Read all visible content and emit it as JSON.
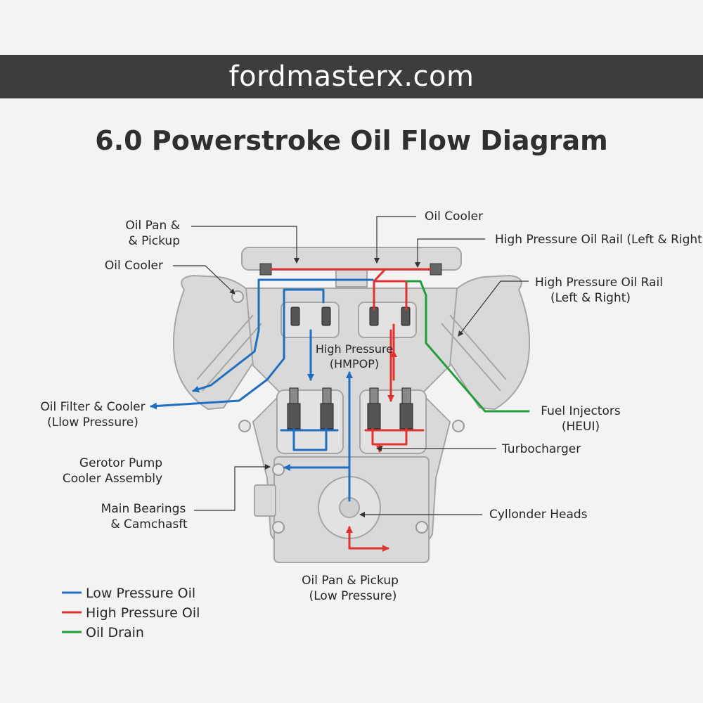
{
  "header": {
    "site": "fordmasterx.com"
  },
  "title": "6.0 Powerstroke Oil Flow Diagram",
  "colors": {
    "low_pressure": "#1f6fc0",
    "high_pressure": "#e0322f",
    "drain": "#1f9e3a",
    "engine_fill": "#d9d9d9",
    "engine_stroke": "#a6a6a6"
  },
  "labels": {
    "oil_pan_pickup_top_1": "Oil Pan &",
    "oil_pan_pickup_top_2": "& Pickup",
    "oil_cooler_left": "Oil Cooler",
    "oil_cooler_top": "Oil Cooler",
    "hp_rail_top": "High Pressure Oil Rail (Left & Right)",
    "hp_rail_right_1": "High Pressure Oil Rail",
    "hp_rail_right_2": "(Left & Right)",
    "hmpop_1": "High Pressure",
    "hmpop_2": "(HMPOP)",
    "oil_filter_1": "Oil Filter & Cooler",
    "oil_filter_2": "(Llow  Pressure)",
    "fuel_injectors_1": "Fuel Injectors",
    "fuel_injectors_2": "(HEUI)",
    "turbocharger": "Turbocharger",
    "gerotor_1": "Gerotor Pump",
    "gerotor_2": "Cooler Assembly",
    "main_bearings_1": "Main Bearings",
    "main_bearings_2": "& Camchasft",
    "cylinder_heads": "Cyllonder Heads",
    "oil_pan_bottom_1": "Oil Pan & Pickup",
    "oil_pan_bottom_2": "(Low Pressure)"
  },
  "legend": [
    {
      "label": "Low Pressure Oil",
      "color": "#1f6fc0"
    },
    {
      "label": "High Pressure Oil",
      "color": "#e0322f"
    },
    {
      "label": "Oil Drain",
      "color": "#1f9e3a"
    }
  ]
}
